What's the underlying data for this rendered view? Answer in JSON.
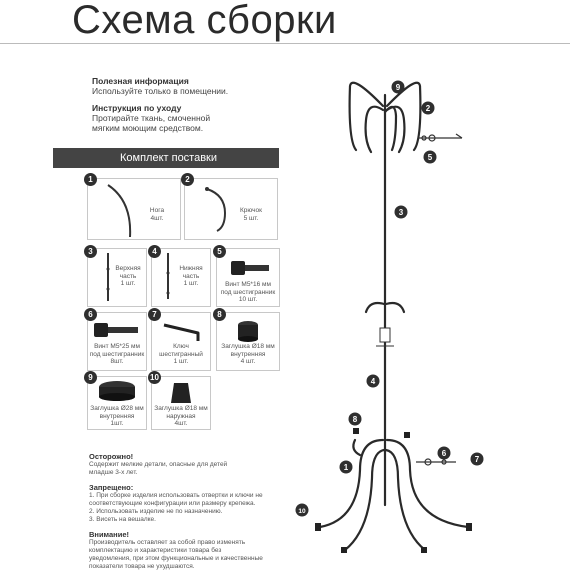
{
  "header": {
    "title": "Схема сборки"
  },
  "info": {
    "useful_heading": "Полезная информация",
    "useful_text": "Используйте только в помещении.",
    "care_heading": "Инструкция по уходу",
    "care_text_1": "Протирайте ткань, смоченной",
    "care_text_2": "мягким моющим средством."
  },
  "kit": {
    "heading": "Комплект поставки",
    "items": [
      {
        "num": "1",
        "lines": [
          "Нога",
          "4шт."
        ],
        "icon": "curved-leg-icon"
      },
      {
        "num": "2",
        "lines": [
          "Крючок",
          "5 шт."
        ],
        "icon": "hook-icon"
      },
      {
        "num": "3",
        "lines": [
          "Верхняя",
          "часть",
          "1 шт."
        ],
        "icon": "top-pole-icon"
      },
      {
        "num": "4",
        "lines": [
          "Нижняя",
          "часть",
          "1 шт."
        ],
        "icon": "bottom-pole-icon"
      },
      {
        "num": "5",
        "lines": [
          "Винт М5*16 мм",
          "под шестигранник",
          "10 шт."
        ],
        "icon": "screw-short-icon"
      },
      {
        "num": "6",
        "lines": [
          "Винт М5*25 мм",
          "под шестигранник",
          "8шт."
        ],
        "icon": "screw-long-icon"
      },
      {
        "num": "7",
        "lines": [
          "Ключ",
          "шестигранный",
          "1 шт."
        ],
        "icon": "hex-key-icon"
      },
      {
        "num": "8",
        "lines": [
          "Заглушка Ø18 мм",
          "внутренняя",
          "4 шт."
        ],
        "icon": "inner-cap-small-icon"
      },
      {
        "num": "9",
        "lines": [
          "Заглушка Ø28 мм",
          "внутренняя",
          "1шт."
        ],
        "icon": "inner-cap-large-icon"
      },
      {
        "num": "10",
        "lines": [
          "Заглушка Ø18 мм",
          "наружная",
          "4шт."
        ],
        "icon": "outer-cap-icon"
      }
    ]
  },
  "notes": {
    "caution_heading": "Осторожно!",
    "caution_1": "Содержит мелкие детали, опасные для детей",
    "caution_2": "младше 3-х лет.",
    "forbidden_heading": "Запрещено:",
    "forbidden_1": "1. При сборке изделия использовать отвертки и ключи не",
    "forbidden_2": "соответствующие конфигурации или размеру крепежа.",
    "forbidden_3": "2. Использовать изделие не по назначению.",
    "forbidden_4": "3. Висеть на вешалке.",
    "attention_heading": "Внимание!",
    "attention_1": "Производитель оставляет за собой право изменять",
    "attention_2": "комплектацию и характеристики товара без",
    "attention_3": "уведомления, при этом функциональные и качественные",
    "attention_4": "показатели товара не ухудшаются."
  },
  "scheme": {
    "callouts": [
      "9",
      "2",
      "5",
      "3",
      "4",
      "8",
      "1",
      "6",
      "7",
      "10"
    ]
  }
}
